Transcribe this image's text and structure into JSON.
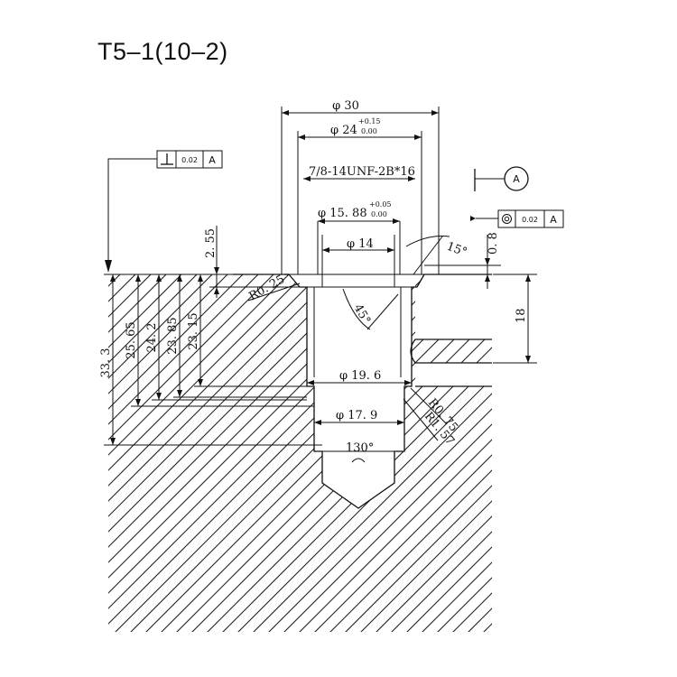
{
  "title": "T5–1(10–2)",
  "dims": {
    "d30": "φ 30",
    "d24": "φ 24",
    "d24_tol_up": "+0.15",
    "d24_tol_low": "0.00",
    "thread": "7/8-14UNF-2B*16",
    "d15_88": "φ 15. 88",
    "d15_tol_up": "+0.05",
    "d15_tol_low": "0.00",
    "d14": "φ 14",
    "angle15": "15°",
    "d0_8": "0. 8",
    "d2_55": "2. 55",
    "r0_25": "R0. 25",
    "angle45": "45°",
    "d18": "18",
    "d19_6": "φ 19. 6",
    "d17_9": "φ 17. 9",
    "r0_75": "R0. 75",
    "r1_57": "R1. 57",
    "angle130": "130°",
    "d33_3": "33. 3",
    "d25_65": "25. 65",
    "d24_2": "24. 2",
    "d23_85": "23. 85",
    "d23_15": "23. 15"
  },
  "fcf_perpendicularity": {
    "symbol": "perpendicularity",
    "tolerance": "0.02",
    "datum": "A"
  },
  "fcf_concentricity": {
    "symbol": "concentricity",
    "tolerance": "0.02",
    "datum": "A"
  },
  "datum_label": "A"
}
